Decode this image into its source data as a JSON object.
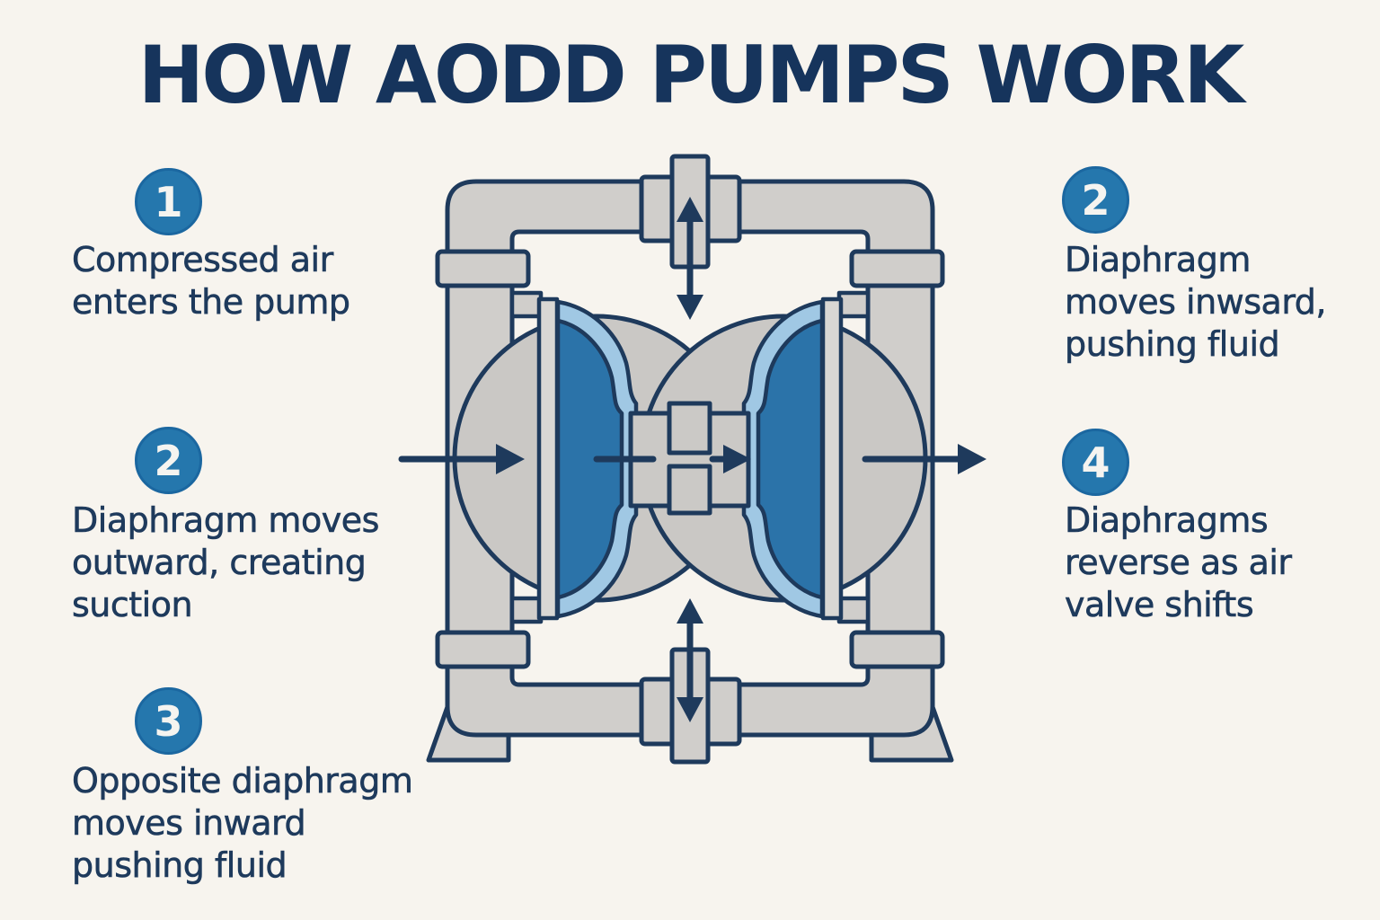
{
  "title": "HOW AODD PUMPS WORK",
  "callouts": [
    {
      "id": "step-1-left",
      "number": "1",
      "text": "Compressed air\nenters the pump"
    },
    {
      "id": "step-2-left",
      "number": "2",
      "text": "Diaphragm moves\noutward, creating\nsuction"
    },
    {
      "id": "step-3-left",
      "number": "3",
      "text": "Opposite diaphragm\nmoves inward\npushing fluid"
    },
    {
      "id": "step-2-right",
      "number": "2",
      "text": "Diaphragm\nmoves inwsard,\npushing fluid"
    },
    {
      "id": "step-4-right",
      "number": "4",
      "text": "Diaphragms\nreverse as air\nvalve shifts"
    }
  ],
  "diagram": {
    "type": "aodd-pump-cross-section",
    "parts": [
      "pump-manifold-loop",
      "top-discharge-port",
      "bottom-suction-port",
      "left-chamber",
      "right-chamber",
      "left-diaphragm",
      "right-diaphragm",
      "diaphragm-plates",
      "air-valve-block",
      "pump-feet",
      "pipe-flanges"
    ],
    "flow_arrows": [
      "inlet-arrow-left",
      "center-arrow-through-valve",
      "outlet-arrow-right",
      "top-port-double-arrow",
      "bottom-port-double-arrow"
    ]
  },
  "colors": {
    "background": "#f7f4ee",
    "navy": "#1e3a5c",
    "title_navy": "#16345c",
    "badge_blue": "#2577ad",
    "badge_ring": "#1b67a0",
    "diaphragm_dark_blue": "#2b73a9",
    "diaphragm_light_blue": "#a0c8e4",
    "pipe_gray": "#d0cecb",
    "chamber_gray": "#cac8c5",
    "plate_gray": "#d9d7d4",
    "block_gray": "#cbc9c6",
    "feet_gray": "#d3d1ce"
  }
}
